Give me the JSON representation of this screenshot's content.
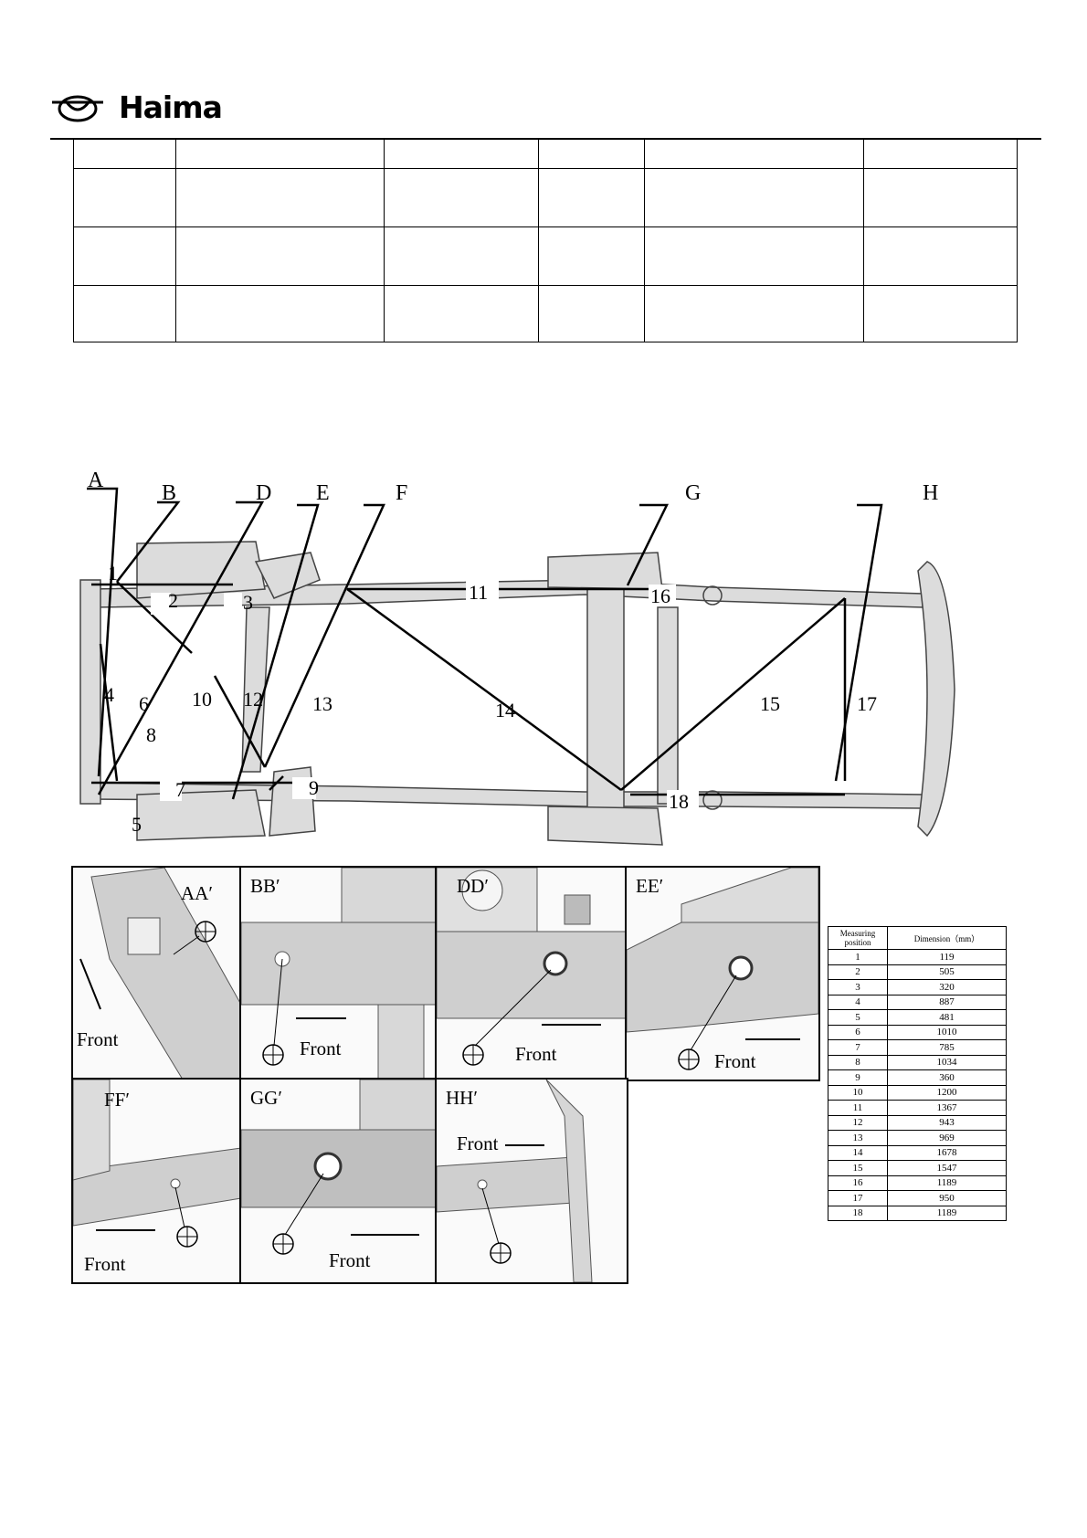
{
  "header": {
    "brand": "Haima"
  },
  "top_table": {
    "rows": 4,
    "cols": 6
  },
  "diagram": {
    "section_labels": [
      "A",
      "B",
      "D",
      "E",
      "F",
      "G",
      "H"
    ],
    "point_labels": [
      "1",
      "2",
      "3",
      "4",
      "5",
      "6",
      "7",
      "8",
      "9",
      "10",
      "11",
      "12",
      "13",
      "14",
      "15",
      "16",
      "17",
      "18"
    ]
  },
  "panels": [
    {
      "title": "AA′",
      "front": "Front"
    },
    {
      "title": "BB′",
      "front": "Front"
    },
    {
      "title": "DD′",
      "front": "Front"
    },
    {
      "title": "EE′",
      "front": "Front"
    },
    {
      "title": "FF′",
      "front": "Front"
    },
    {
      "title": "GG′",
      "front": "Front"
    },
    {
      "title": "HH′",
      "front": "Front"
    }
  ],
  "dimension_table": {
    "headers": [
      "Measuring position",
      "Dimension（mm）"
    ],
    "rows": [
      [
        "1",
        "119"
      ],
      [
        "2",
        "505"
      ],
      [
        "3",
        "320"
      ],
      [
        "4",
        "887"
      ],
      [
        "5",
        "481"
      ],
      [
        "6",
        "1010"
      ],
      [
        "7",
        "785"
      ],
      [
        "8",
        "1034"
      ],
      [
        "9",
        "360"
      ],
      [
        "10",
        "1200"
      ],
      [
        "11",
        "1367"
      ],
      [
        "12",
        "943"
      ],
      [
        "13",
        "969"
      ],
      [
        "14",
        "1678"
      ],
      [
        "15",
        "1547"
      ],
      [
        "16",
        "1189"
      ],
      [
        "17",
        "950"
      ],
      [
        "18",
        "1189"
      ]
    ]
  }
}
